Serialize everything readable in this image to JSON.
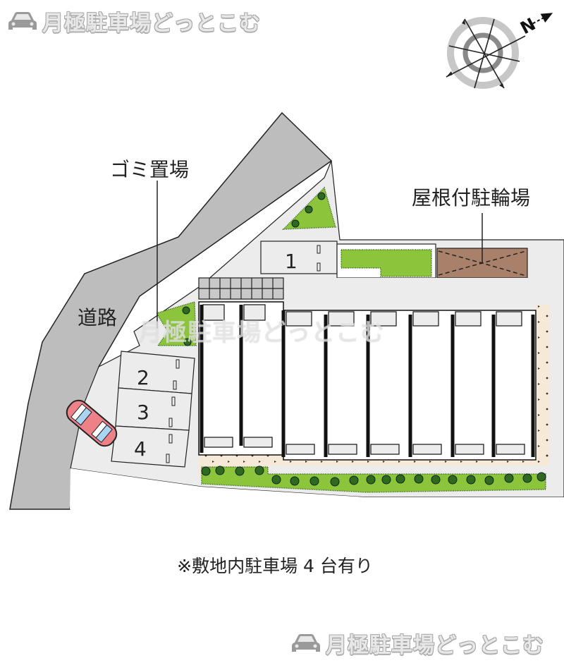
{
  "watermark": {
    "text": "月極駐車場どっとこむ",
    "icon": "car-icon"
  },
  "compass": {
    "label": "N",
    "icon": "compass-rose-icon"
  },
  "labels": {
    "road": "道路",
    "garbage": "ゴミ置場",
    "bicycle": "屋根付駐輪場"
  },
  "parking_spaces": [
    {
      "number": "1"
    },
    {
      "number": "2"
    },
    {
      "number": "3"
    },
    {
      "number": "4"
    }
  ],
  "caption": "※敷地内駐車場 4 台有り",
  "colors": {
    "road": "#bdbdbd",
    "site": "#ececec",
    "greenery": "#8cc43c",
    "tree": "#2e6b1e",
    "bicycle_shelter": "#a9806a",
    "walkway": "#f7e9d8",
    "car": "#ee8088",
    "car_glass": "#a9d4f2"
  }
}
